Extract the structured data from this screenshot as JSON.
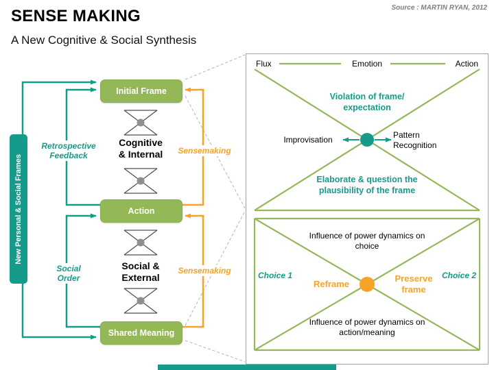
{
  "header": {
    "title": "SENSE MAKING",
    "subtitle": "A New Cognitive & Social Synthesis",
    "source": "Source : MARTIN RYAN, 2012"
  },
  "left_diagram": {
    "bar_label": "New Personal & Social Frames",
    "boxes": {
      "initial_frame": "Initial Frame",
      "action": "Action",
      "shared_meaning": "Shared Meaning"
    },
    "labels": {
      "cognitive": "Cognitive & Internal",
      "social": "Social & External",
      "retrospective_feedback": "Retrospective Feedback",
      "social_order": "Social Order",
      "sensemaking_top": "Sensemaking",
      "sensemaking_bottom": "Sensemaking"
    }
  },
  "right_panel": {
    "top_bowtie": {
      "flux": "Flux",
      "emotion": "Emotion",
      "action": "Action",
      "violation": "Violation of frame/ expectation",
      "improvisation": "Improvisation",
      "pattern_recognition": "Pattern Recognition",
      "elaborate": "Elaborate & question the plausibility of the frame"
    },
    "bottom_bowtie": {
      "influence_choice": "Influence of power dynamics on choice",
      "choice_1": "Choice 1",
      "reframe": "Reframe",
      "preserve_frame": "Preserve frame",
      "choice_2": "Choice 2",
      "influence_action": "Influence of power dynamics on action/meaning"
    }
  },
  "colors": {
    "teal": "#169b8a",
    "green": "#94b857",
    "orange": "#f5a427"
  }
}
